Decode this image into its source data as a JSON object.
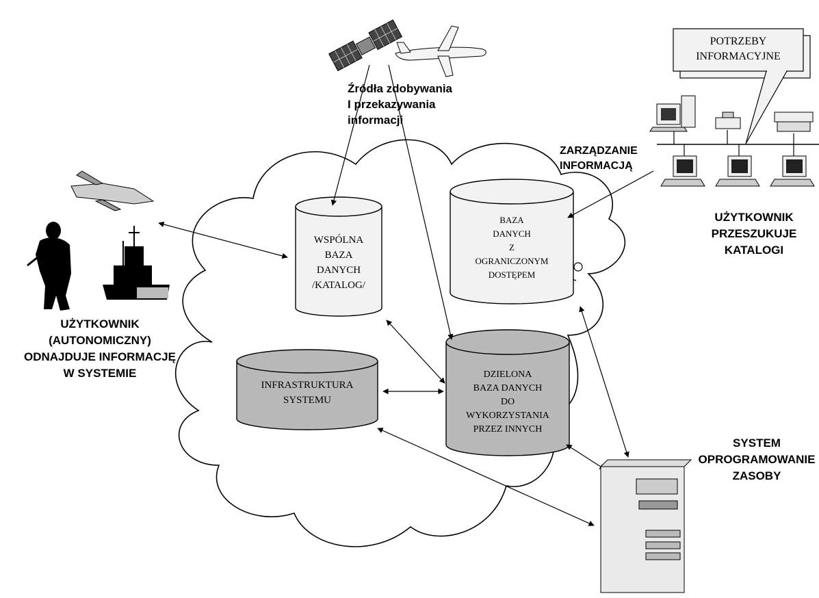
{
  "sources_label": [
    "Źródła zdobywania",
    "I przekazywania",
    "informacji"
  ],
  "needs_label": [
    "POTRZEBY",
    "INFORMACYJNE"
  ],
  "management_label": [
    "ZARZĄDZANIE",
    "INFORMACJĄ"
  ],
  "user_searches_label": [
    "UŻYTKOWNIK",
    "PRZESZUKUJE",
    "KATALOGI"
  ],
  "autonomous_user_label": [
    "UŻYTKOWNIK",
    "(AUTONOMICZNY)",
    "ODNAJDUJE INFORMACJĘ",
    "W SYSTEMIE"
  ],
  "system_label": [
    "SYSTEM",
    "OPROGRAMOWANIE",
    "ZASOBY"
  ],
  "db_common": [
    "WSPÓLNA",
    "BAZA",
    "DANYCH",
    "/KATALOG/"
  ],
  "db_restricted": [
    "BAZA",
    "DANYCH",
    "Z",
    "OGRANICZONYM",
    "DOSTĘPEM"
  ],
  "db_infrastructure": [
    "INFRASTRUKTURA",
    "SYSTEMU"
  ],
  "db_shared": [
    "DZIELONA",
    "BAZA DANYCH",
    "DO",
    "WYKORZYSTANIA",
    "PRZEZ INNYCH"
  ],
  "colors": {
    "light_cylinder": "#f2f2f2",
    "dark_cylinder": "#b9b9b9",
    "ink": "#000000"
  }
}
